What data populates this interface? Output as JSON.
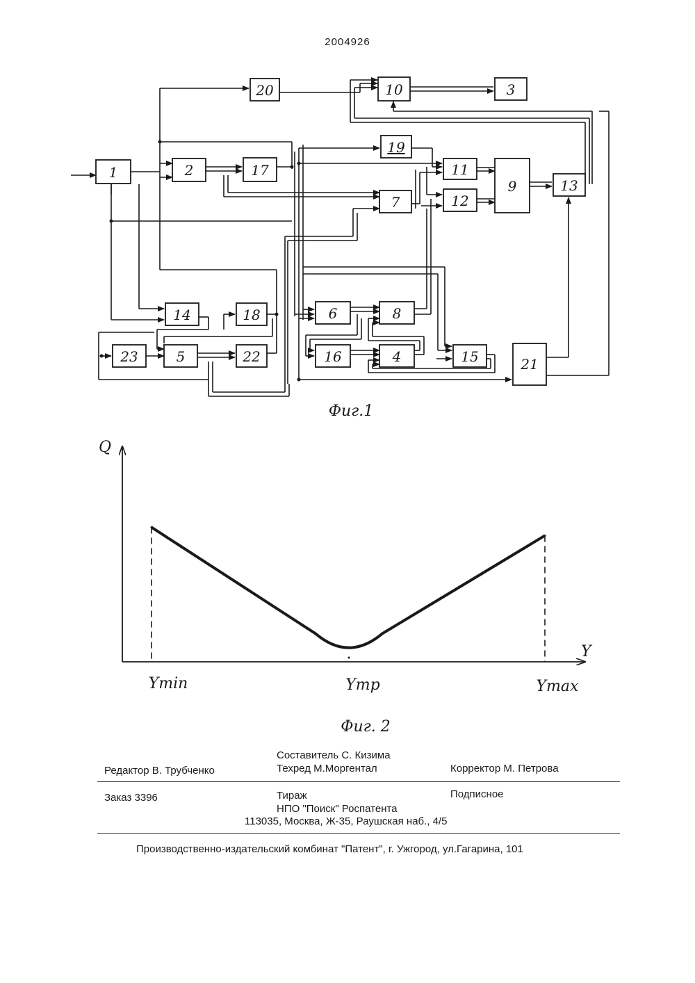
{
  "patent_number": "2004926",
  "figure1": {
    "caption": "Фиг.1",
    "blocks": [
      {
        "id": "1"
      },
      {
        "id": "2"
      },
      {
        "id": "3"
      },
      {
        "id": "4"
      },
      {
        "id": "5"
      },
      {
        "id": "6"
      },
      {
        "id": "7"
      },
      {
        "id": "8"
      },
      {
        "id": "9"
      },
      {
        "id": "10"
      },
      {
        "id": "11"
      },
      {
        "id": "12"
      },
      {
        "id": "13"
      },
      {
        "id": "14"
      },
      {
        "id": "15"
      },
      {
        "id": "16"
      },
      {
        "id": "17"
      },
      {
        "id": "18"
      },
      {
        "id": "19"
      },
      {
        "id": "20"
      },
      {
        "id": "21"
      },
      {
        "id": "22"
      },
      {
        "id": "23"
      }
    ]
  },
  "figure2": {
    "caption": "Фиг. 2",
    "y_axis_label": "Q",
    "x_axis_label": "Y",
    "x_ticks": [
      "Ymin",
      "Ymp",
      "Ymax"
    ],
    "chart_data": {
      "type": "line",
      "title": "",
      "xlabel": "Y",
      "ylabel": "Q",
      "categories": [
        "Ymin",
        "Ymp",
        "Ymax"
      ],
      "values": [
        0.97,
        0.03,
        0.91
      ]
    }
  },
  "colophon": {
    "compiler": "Составитель С. Кизима",
    "editor": "Редактор В. Трубченко",
    "techred": "Техред М.Моргентал",
    "corrector": "Корректор М. Петрова",
    "order": "Заказ 3396",
    "circulation": "Тираж",
    "subscription": "Подписное",
    "org": "НПО \"Поиск\" Роспатента",
    "address": "113035, Москва, Ж-35, Раушская наб., 4/5",
    "printer": "Производственно-издательский комбинат \"Патент\", г. Ужгород, ул.Гагарина, 101"
  }
}
